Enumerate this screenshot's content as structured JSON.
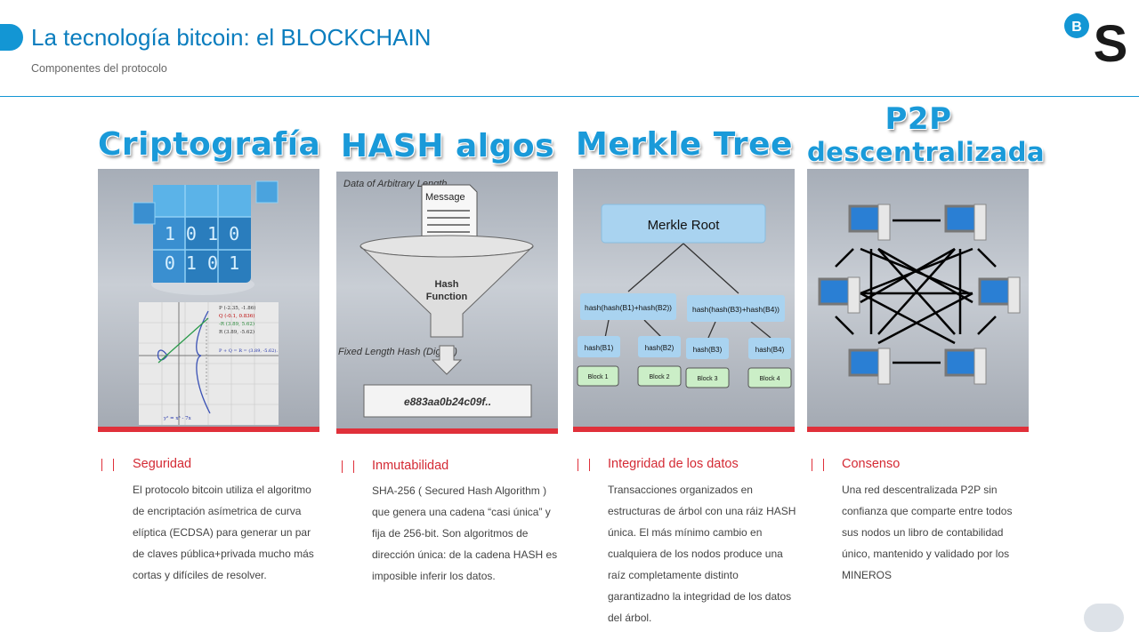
{
  "header": {
    "title": "La tecnología bitcoin: el BLOCKCHAIN",
    "subtitle": "Componentes del protocolo",
    "logo_text": "BS"
  },
  "columns": [
    {
      "title": "Criptografía",
      "heading": "Seguridad",
      "body": "El protocolo bitcoin utiliza el algoritmo de encriptación asímetrica de curva elíptica (ECDSA) para generar un par de claves pública+privada mucho más cortas y difíciles de resolver.",
      "graph_labels": [
        "P (-2.35, -1.86)",
        "Q (-0.1, 0.836)",
        "-R (3.89, 5.62)",
        "R (3.89, -5.62)",
        "P + Q = R = (3.89, -5.62).",
        "y² = x³ - 7x"
      ],
      "cube_digits": "1 0 1 0"
    },
    {
      "title": "HASH algos",
      "heading": "Inmutabilidad",
      "body": "SHA-256 ( Secured Hash Algorithm ) que genera una cadena “casi única” y fija de 256-bit. Son algoritmos de dirección única: de la cadena HASH es imposible inferir los datos.",
      "diagram": {
        "input_label": "Data of Arbitrary Length",
        "message": "Message",
        "function": "Hash Function",
        "output_label": "Fixed Length Hash (Digest)",
        "digest": "e883aa0b24c09f.."
      }
    },
    {
      "title": "Merkle Tree",
      "heading": "Integridad de los datos",
      "body": "Transacciones organizados en estructuras de árbol con una ráiz HASH única. El más mínimo cambio en cualquiera de los nodos produce una raíz completamente distinto garantizadno la integridad de los datos del árbol.",
      "tree": {
        "root": "Merkle Root",
        "level1": [
          "hash(hash(B1)+hash(B2))",
          "hash(hash(B3)+hash(B4))"
        ],
        "level2": [
          "hash(B1)",
          "hash(B2)",
          "hash(B3)",
          "hash(B4)"
        ],
        "blocks": [
          "Block 1",
          "Block 2",
          "Block 3",
          "Block 4"
        ]
      }
    },
    {
      "title_line1": "P2P",
      "title_line2": "descentralizada",
      "heading": "Consenso",
      "body": "Una red descentralizada P2P sin confianza que comparte entre todos sus nodos un libro de contabilidad único, mantenido y validado por los MINEROS"
    }
  ],
  "colors": {
    "accent_blue": "#1396d4",
    "accent_red": "#e0303a",
    "title_blue": "#1a9ad9"
  }
}
